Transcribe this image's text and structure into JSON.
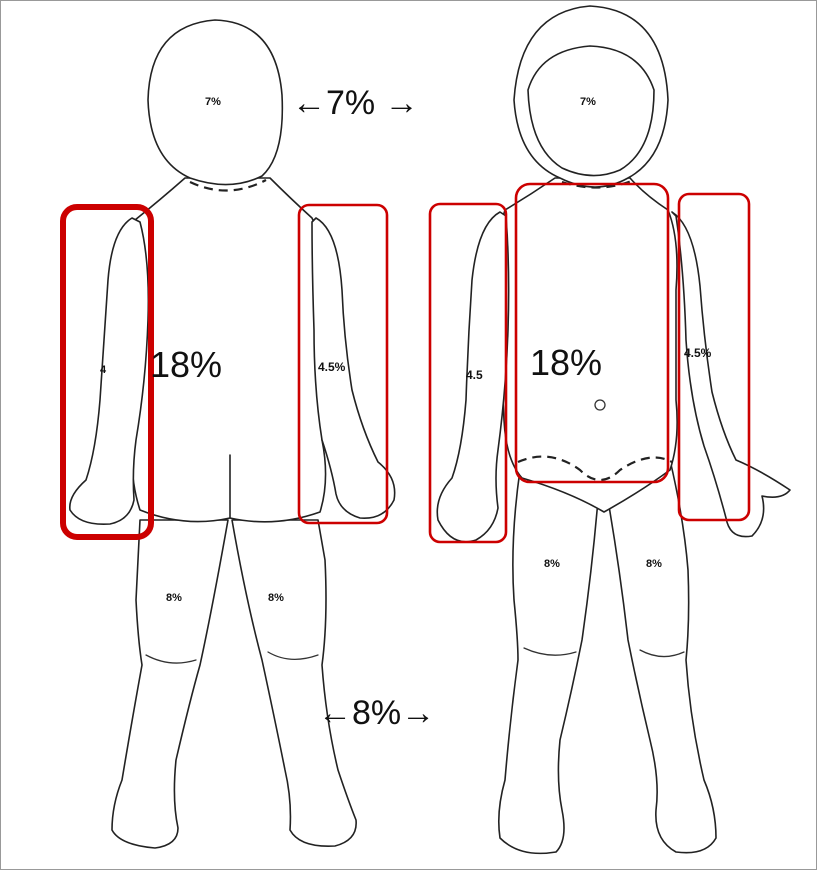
{
  "back_view": {
    "head": "7%",
    "trunk": "18%",
    "left_arm": "4",
    "right_arm": "4.5%",
    "left_leg": "8%",
    "right_leg": "8%"
  },
  "front_view": {
    "head": "7%",
    "trunk": "18%",
    "left_arm": "4.5",
    "right_arm": "4.5%",
    "left_leg": "8%",
    "right_leg": "8%"
  },
  "head_arrow_label": "←7% →",
  "leg_arrow_label": "←8%→",
  "colors": {
    "highlight": "#cc0000",
    "outline": "#222222",
    "background": "#ffffff"
  }
}
